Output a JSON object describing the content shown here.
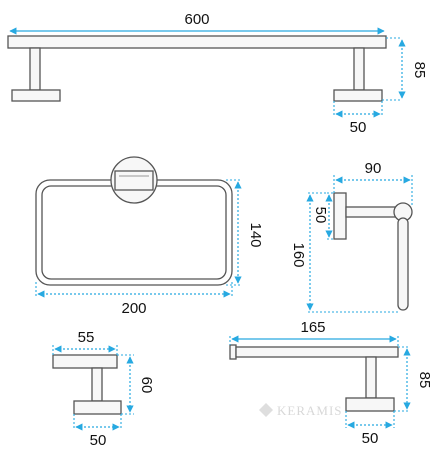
{
  "colors": {
    "outline": "#555555",
    "fill": "#f7f7f7",
    "dimension": "#27a9e1",
    "text": "#111111",
    "watermark": "#d8d8d8"
  },
  "items": {
    "towel_bar": {
      "length": "600",
      "height": "85",
      "base": "50"
    },
    "towel_ring": {
      "width": "200",
      "height": "140"
    },
    "paper_holder": {
      "width": "90",
      "base": "50",
      "height": "160"
    },
    "robe_hook": {
      "width": "55",
      "height": "60",
      "base": "50"
    },
    "hand_towel_bar": {
      "length": "165",
      "height": "85",
      "base": "50"
    }
  },
  "watermark": {
    "text": "KERAMIS",
    "icon": "diamond-icon"
  }
}
